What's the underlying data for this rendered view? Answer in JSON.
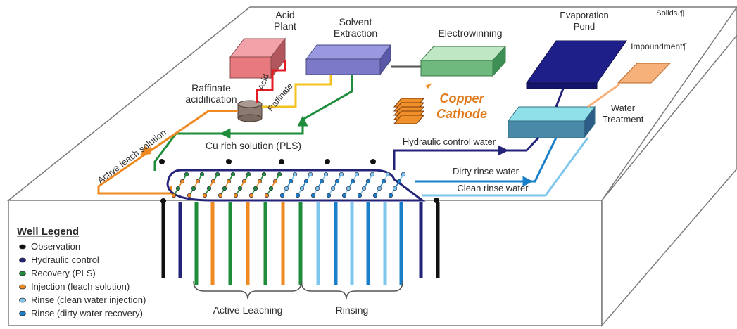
{
  "labels": {
    "acid_plant": [
      "Acid",
      "Plant"
    ],
    "solvent_extraction": [
      "Solvent",
      "Extraction"
    ],
    "electrowinning": "Electrowinning",
    "evaporation_pond": [
      "Evaporation",
      "Pond"
    ],
    "solids": "Solids·¶",
    "impoundment": "Impoundment¶",
    "raffinate_acidification": [
      "Raffinate",
      "acidification"
    ],
    "acid_flow": "Acid",
    "raffinate_flow": "Raffinate",
    "copper_cathode": [
      "Copper",
      "Cathode"
    ],
    "water_treatment": [
      "Water",
      "Treatment"
    ],
    "active_leach_solution": "Active leach solution",
    "cu_rich_solution": "Cu rich solution (PLS)",
    "hydraulic_control_water": "Hydraulic control water",
    "dirty_rinse_water": "Dirty rinse water",
    "clean_rinse_water": "Clean rinse water",
    "active_leaching": "Active Leaching",
    "rinsing": "Rinsing"
  },
  "legend": {
    "title": "Well Legend",
    "items": [
      {
        "label": "Observation",
        "color": "#111111"
      },
      {
        "label": "Hydraulic control",
        "color": "#23237a"
      },
      {
        "label": "Recovery (PLS)",
        "color": "#1e8c3a"
      },
      {
        "label": "Injection (leach solution)",
        "color": "#ef8a22"
      },
      {
        "label": "Rinse (clean water injection)",
        "color": "#7fc6ec"
      },
      {
        "label": "Rinse (dirty water recovery)",
        "color": "#1a7fc9"
      }
    ]
  },
  "colors": {
    "acid": "#e31b23",
    "raffinate": "#f4c21f",
    "pls": "#1e8c3a",
    "leach": "#ef8a22",
    "hydraulic": "#23237a",
    "dirty": "#1a7fc9",
    "clean": "#7fc6ec",
    "copper": "#e07a1c"
  }
}
